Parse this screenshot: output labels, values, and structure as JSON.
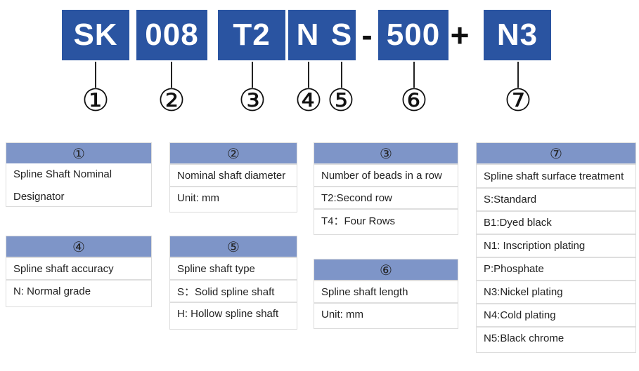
{
  "code": {
    "parts": [
      "SK",
      "008",
      "T2",
      "N",
      "S",
      "500",
      "N3"
    ],
    "dash": "-",
    "plus": "+"
  },
  "markers": [
    "①",
    "②",
    "③",
    "④",
    "⑤",
    "⑥",
    "⑦"
  ],
  "colors": {
    "code_box": "#2a54a1",
    "panel_header": "#7e95c8"
  },
  "panels": {
    "p1": {
      "title": "①",
      "rows": [
        "Spline Shaft Nominal",
        "Designator"
      ]
    },
    "p2": {
      "title": "②",
      "rows": [
        "Nominal shaft diameter",
        "Unit: mm"
      ]
    },
    "p3": {
      "title": "③",
      "rows": [
        "Number of beads  in a row",
        "T2:Second row",
        "T4：Four Rows"
      ]
    },
    "p4": {
      "title": "④",
      "rows": [
        "Spline shaft accuracy",
        "N: Normal grade"
      ]
    },
    "p5": {
      "title": "⑤",
      "rows": [
        "Spline shaft type",
        "S：Solid spline shaft",
        "H: Hollow spline shaft"
      ]
    },
    "p6": {
      "title": "⑥",
      "rows": [
        "Spline shaft length",
        "Unit: mm"
      ]
    },
    "p7": {
      "title": "⑦",
      "rows": [
        "Spline shaft surface treatment",
        "S:Standard",
        "B1:Dyed black",
        "N1: Inscription plating",
        "P:Phosphate",
        "N3:Nickel plating",
        "N4:Cold plating",
        "N5:Black chrome"
      ]
    }
  }
}
